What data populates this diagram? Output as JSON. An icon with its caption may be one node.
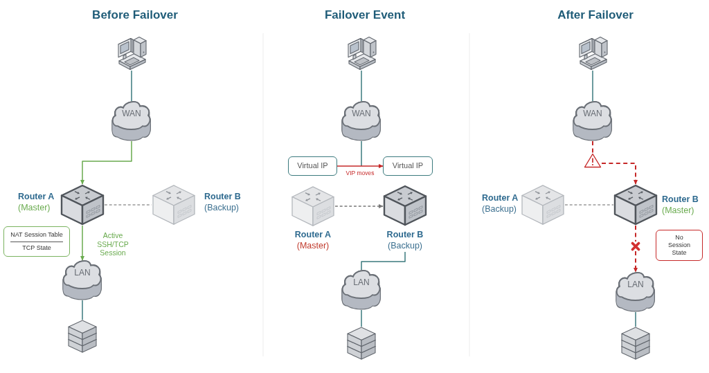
{
  "diagram": {
    "nodes": [
      {
        "text": [],
        "shape": "computer"
      },
      {
        "text": [
          "WAN"
        ]
      },
      {
        "text": [
          "Router A",
          "(Master)"
        ]
      },
      {
        "text": [
          "Router B",
          "(Backup)"
        ]
      },
      {
        "text": [
          "NAT Session Table",
          "TCP State"
        ]
      },
      {
        "text": [
          "LAN"
        ]
      },
      {
        "text": [],
        "shape": "server"
      },
      {
        "text": [],
        "shape": "computer"
      },
      {
        "text": [
          "WAN"
        ]
      },
      {
        "text": [
          "Virtual IP"
        ]
      },
      {
        "text": [
          "Virtual IP"
        ]
      },
      {
        "text": [
          "Router A",
          "(Master)"
        ]
      },
      {
        "text": [
          "Router B",
          "(Backup)"
        ]
      },
      {
        "text": [
          "LAN"
        ]
      },
      {
        "text": [],
        "shape": "server"
      },
      {
        "text": [],
        "shape": "computer"
      },
      {
        "text": [
          "WAN"
        ]
      },
      {
        "text": [],
        "shape": "triangle"
      },
      {
        "text": [
          "Router A",
          "(Backup)"
        ]
      },
      {
        "text": [
          "Router B",
          "(Master)"
        ]
      },
      {
        "text": [],
        "shape": "cross"
      },
      {
        "text": [
          "No Session State"
        ]
      },
      {
        "text": [
          "LAN"
        ]
      },
      {
        "text": [],
        "shape": "server"
      }
    ],
    "edges": [
      {
        "from": 0,
        "to": 1,
        "arrow": "none"
      },
      {
        "from": 1,
        "to": 2,
        "arrow": "to",
        "color": "#6aab4f"
      },
      {
        "from": 2,
        "to": 3,
        "arrow": "none",
        "style": "dashed",
        "color": "#999999"
      },
      {
        "from": 2,
        "to": 5,
        "arrow": "to",
        "color": "#6aab4f",
        "label": "Active SSH/TCP Session"
      },
      {
        "from": 5,
        "to": 6,
        "arrow": "none"
      },
      {
        "from": 7,
        "to": 8,
        "arrow": "none"
      },
      {
        "from": 8,
        "to": null,
        "arrow": "none"
      },
      {
        "from": 9,
        "to": 10,
        "arrow": "to",
        "color": "#c62828",
        "label": "VIP moves"
      },
      {
        "from": 11,
        "to": 12,
        "arrow": "to",
        "style": "dashed",
        "color": "#777777"
      },
      {
        "from": 12,
        "to": 13,
        "arrow": "none"
      },
      {
        "from": 13,
        "to": 14,
        "arrow": "none"
      },
      {
        "from": 15,
        "to": 16,
        "arrow": "none"
      },
      {
        "from": 16,
        "to": 17,
        "arrow": "none",
        "style": "dashed",
        "color": "#c62828"
      },
      {
        "from": 17,
        "to": 19,
        "arrow": "to",
        "style": "dashed",
        "color": "#c62828"
      },
      {
        "from": 18,
        "to": 19,
        "arrow": "none",
        "style": "dashed",
        "color": "#999999"
      },
      {
        "from": 19,
        "to": 20,
        "arrow": "none",
        "style": "dashed",
        "color": "#c62828"
      },
      {
        "from": 20,
        "to": 22,
        "arrow": "to",
        "style": "dashed",
        "color": "#c62828"
      },
      {
        "from": 22,
        "to": 23,
        "arrow": "none"
      }
    ],
    "labels": [
      "Before Failover",
      "Failover Event",
      "After Failover"
    ]
  }
}
